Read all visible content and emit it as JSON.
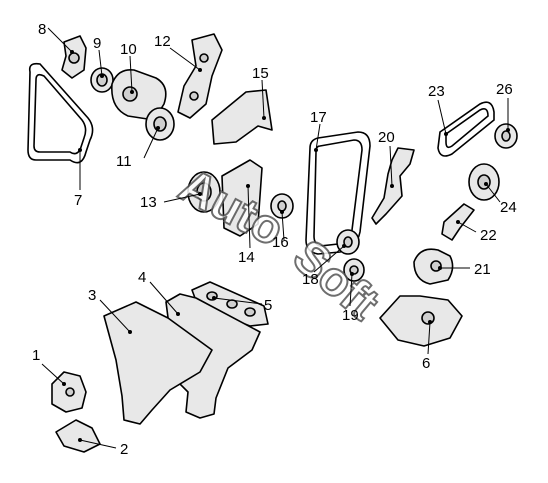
{
  "watermark": {
    "text_1": "Auto",
    "text_2": "Soft"
  },
  "callouts": [
    {
      "id": "1",
      "label": "1"
    },
    {
      "id": "2",
      "label": "2"
    },
    {
      "id": "3",
      "label": "3"
    },
    {
      "id": "4",
      "label": "4"
    },
    {
      "id": "5",
      "label": "5"
    },
    {
      "id": "6",
      "label": "6"
    },
    {
      "id": "7",
      "label": "7"
    },
    {
      "id": "8",
      "label": "8"
    },
    {
      "id": "9",
      "label": "9"
    },
    {
      "id": "10",
      "label": "10"
    },
    {
      "id": "11",
      "label": "11"
    },
    {
      "id": "12",
      "label": "12"
    },
    {
      "id": "13",
      "label": "13"
    },
    {
      "id": "14",
      "label": "14"
    },
    {
      "id": "15",
      "label": "15"
    },
    {
      "id": "16",
      "label": "16"
    },
    {
      "id": "17",
      "label": "17"
    },
    {
      "id": "18",
      "label": "18"
    },
    {
      "id": "19",
      "label": "19"
    },
    {
      "id": "20",
      "label": "20"
    },
    {
      "id": "21",
      "label": "21"
    },
    {
      "id": "22",
      "label": "22"
    },
    {
      "id": "23",
      "label": "23"
    },
    {
      "id": "24",
      "label": "24"
    },
    {
      "id": "26",
      "label": "26"
    }
  ]
}
